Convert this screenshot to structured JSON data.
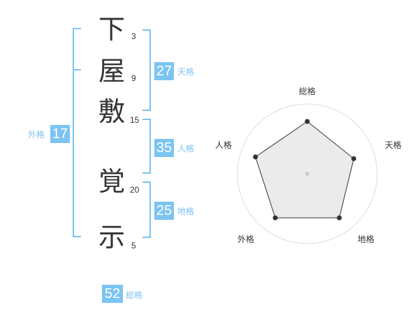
{
  "name": {
    "characters": [
      {
        "char": "下",
        "strokes": "3"
      },
      {
        "char": "屋",
        "strokes": "9"
      },
      {
        "char": "敷",
        "strokes": "15"
      },
      {
        "char": "覚",
        "strokes": "20"
      },
      {
        "char": "示",
        "strokes": "5"
      }
    ]
  },
  "fortunes": {
    "tenkaku": {
      "value": "27",
      "label": "天格"
    },
    "jinkaku": {
      "value": "35",
      "label": "人格"
    },
    "chikaku": {
      "value": "25",
      "label": "地格"
    },
    "gaikaku": {
      "value": "17",
      "label": "外格"
    },
    "soukaku": {
      "value": "52",
      "label": "総格"
    }
  },
  "chart_data": {
    "type": "radar",
    "axes": [
      "総格",
      "天格",
      "地格",
      "外格",
      "人格"
    ],
    "values": [
      0.75,
      0.7,
      0.78,
      0.78,
      0.78
    ],
    "rings": 4,
    "colors": {
      "fill": "#e8e8e8",
      "line": "#333333",
      "accent": "#7cc4f2"
    }
  }
}
